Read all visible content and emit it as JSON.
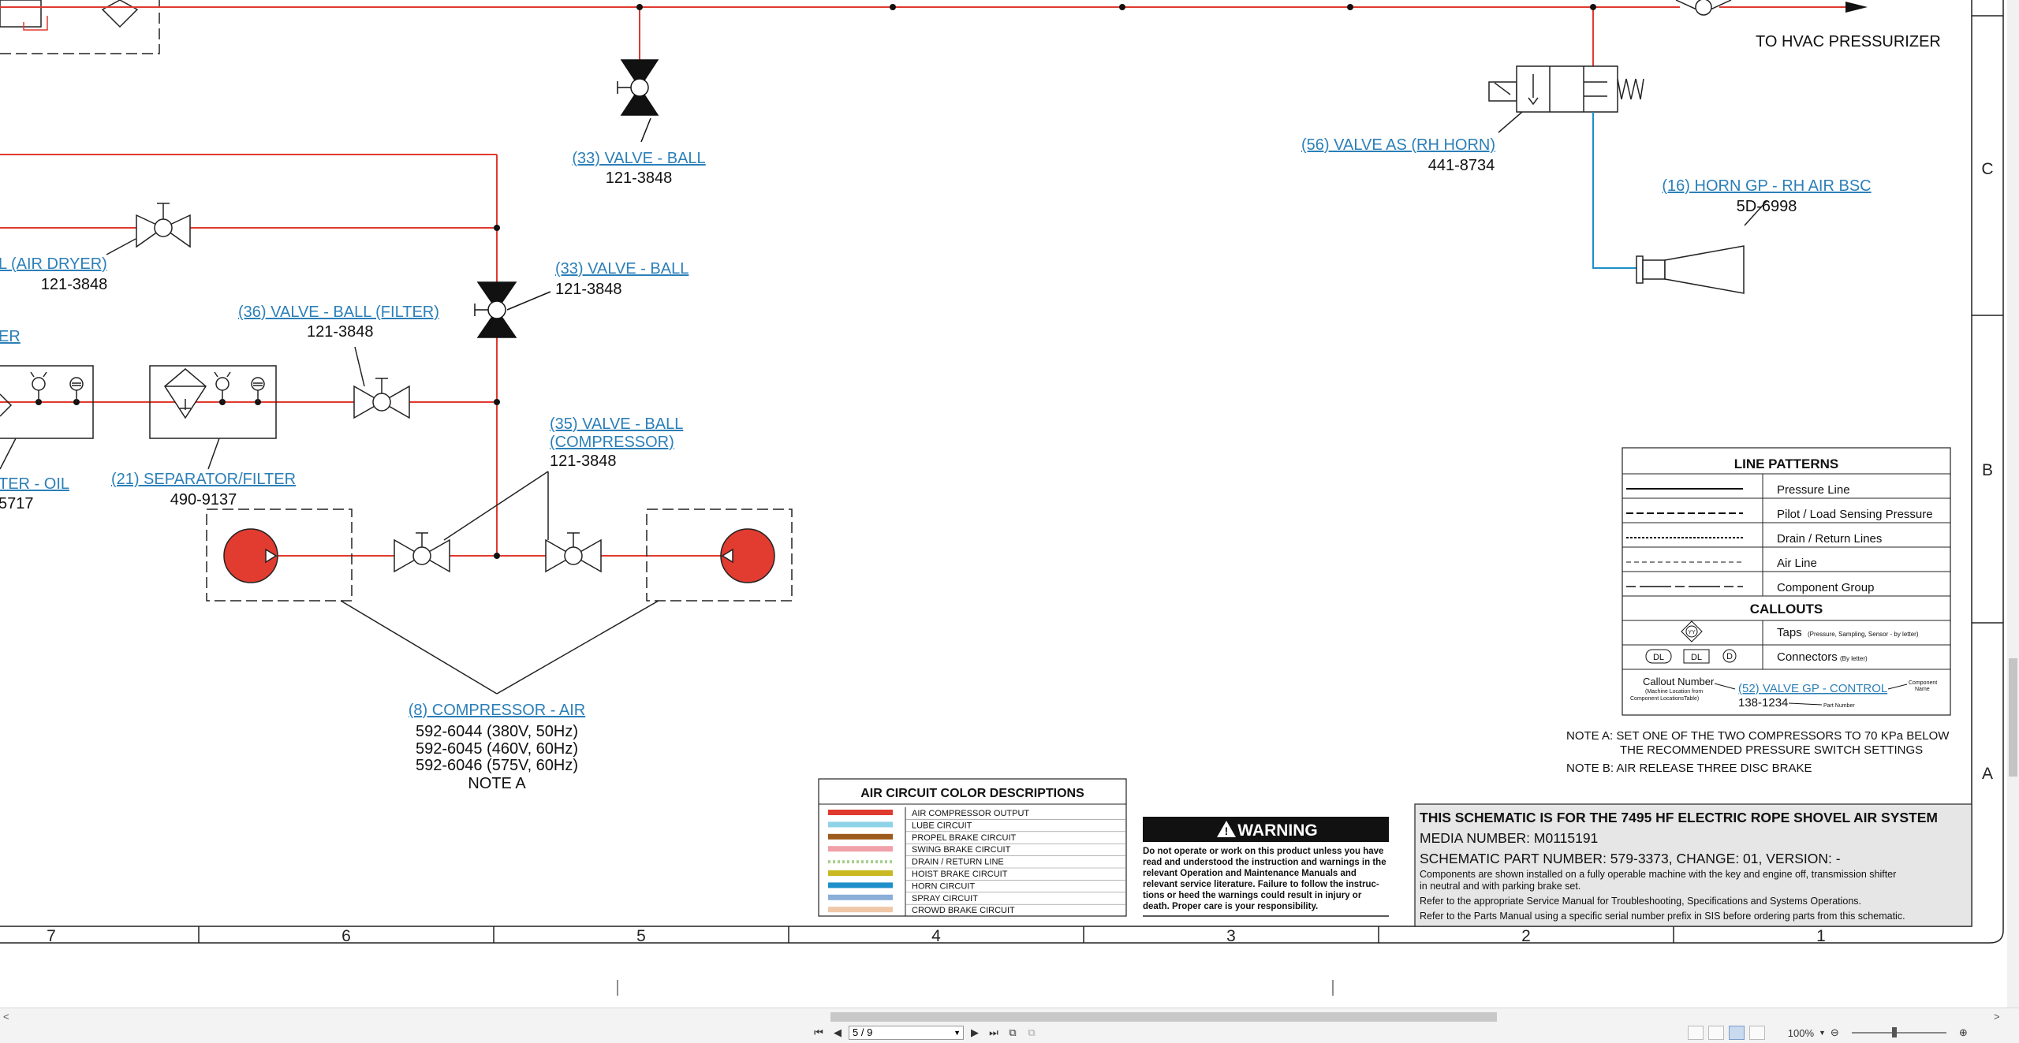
{
  "colors": {
    "pressure_line": "#e03a2f",
    "horn_line": "#1f8fc9",
    "link": "#2b7fb8",
    "compressor_fill": "#e23b30",
    "warning_bg": "#111111",
    "title_block_bg": "#e6e6e6"
  },
  "labels": {
    "to_hvac": "TO HVAC PRESSURIZER",
    "valve33a_name": "(33) VALVE - BALL",
    "valve33a_pn": "121-3848",
    "valve56_name": "(56) VALVE AS (RH HORN)",
    "valve56_pn": "441-8734",
    "horn16_name": "(16) HORN GP - RH AIR BSC",
    "horn16_pn": "5D-6998",
    "dryer_name": "L (AIR DRYER)",
    "dryer_pn": "121-3848",
    "valve33b_name": "(33) VALVE - BALL",
    "valve33b_pn": "121-3848",
    "valve36_name": "(36) VALVE - BALL (FILTER)",
    "valve36_pn": "121-3848",
    "er_fragment": "ER",
    "valve35_name1": "(35) VALVE - BALL",
    "valve35_name2": "(COMPRESSOR)",
    "valve35_pn": "121-3848",
    "oil_fragment": "TER - OIL",
    "oil_pn_fragment": "5717",
    "sep21_name": "(21) SEPARATOR/FILTER",
    "sep21_pn": "490-9137",
    "comp8_name": "(8) COMPRESSOR - AIR",
    "comp8_pn1": "592-6044 (380V, 50Hz)",
    "comp8_pn2": "592-6045 (460V, 60Hz)",
    "comp8_pn3": "592-6046 (575V, 60Hz)",
    "comp8_note": "NOTE A"
  },
  "legend": {
    "title": "LINE PATTERNS",
    "patterns": [
      "Pressure Line",
      "Pilot / Load Sensing Pressure",
      "Drain / Return Lines",
      "Air Line",
      "Component Group"
    ],
    "callouts_title": "CALLOUTS",
    "taps": "Taps",
    "taps_sub": "(Pressure, Sampling, Sensor - by letter)",
    "taps_symbol": "YY",
    "connectors": "Connectors",
    "connectors_sub": "(By letter)",
    "conn_dl1": "DL",
    "conn_dl2": "DL",
    "conn_d": "D",
    "callout_number": "Callout Number",
    "callout_sub1": "(Machine Location from",
    "callout_sub2": "Component LocationsTable)",
    "example_name": "(52) VALVE GP - CONTROL",
    "example_pn": "138-1234",
    "component_name1": "Component",
    "component_name2": "Name",
    "part_number": "Part Number"
  },
  "notes": {
    "note_a1": "NOTE A: SET ONE OF THE TWO COMPRESSORS TO 70 KPa BELOW",
    "note_a2": "THE RECOMMENDED PRESSURE SWITCH SETTINGS",
    "note_b": "NOTE B: AIR RELEASE THREE DISC BRAKE"
  },
  "color_desc": {
    "title": "AIR CIRCUIT COLOR DESCRIPTIONS",
    "rows": [
      {
        "label": "AIR COMPRESSOR OUTPUT",
        "color": "#e03a2f",
        "dotted": false
      },
      {
        "label": "LUBE CIRCUIT",
        "color": "#8fd3e8",
        "dotted": false
      },
      {
        "label": "PROPEL BRAKE CIRCUIT",
        "color": "#9c5a1c",
        "dotted": false
      },
      {
        "label": "SWING BRAKE CIRCUIT",
        "color": "#f0a0a8",
        "dotted": false
      },
      {
        "label": "DRAIN / RETURN LINE",
        "color": "#a8cf90",
        "dotted": true
      },
      {
        "label": "HOIST BRAKE CIRCUIT",
        "color": "#c9b820",
        "dotted": false
      },
      {
        "label": "HORN CIRCUIT",
        "color": "#1f8fc9",
        "dotted": false
      },
      {
        "label": "SPRAY CIRCUIT",
        "color": "#8aaed8",
        "dotted": false
      },
      {
        "label": "CROWD BRAKE CIRCUIT",
        "color": "#f0c8a8",
        "dotted": false
      }
    ]
  },
  "warning": {
    "title": "WARNING",
    "lines": [
      "Do not operate or work on this product unless you have",
      "read and understood the instruction and warnings in the",
      "relevant  Operation  and  Maintenance  Manuals  and",
      "relevant service literature. Failure to follow the instruc-",
      "tions  or  heed  the  warnings  could  result  in  injury  or",
      "death. Proper care is your responsibility."
    ]
  },
  "title_block": {
    "title": "THIS SCHEMATIC IS FOR THE 7495 HF ELECTRIC ROPE SHOVEL AIR SYSTEM",
    "media": "MEDIA NUMBER: M0115191",
    "part": "SCHEMATIC PART NUMBER: 579-3373, CHANGE: 01, VERSION: -",
    "lines": [
      "Components are shown installed on a fully operable machine with the key and engine off, transmission shifter",
      "in neutral and with parking brake set.",
      "Refer to the appropriate Service Manual for Troubleshooting, Specifications and Systems Operations.",
      "Refer to the Parts Manual using a specific serial number prefix in SIS before ordering parts from this schematic."
    ]
  },
  "grid": {
    "columns": [
      "7",
      "6",
      "5",
      "4",
      "3",
      "2",
      "1"
    ],
    "rows": [
      "C",
      "B",
      "A"
    ]
  },
  "viewer": {
    "page": "5 / 9",
    "zoom": "100%",
    "hscroll_left": "<",
    "hscroll_right": ">",
    "zoom_fraction": 0.45
  }
}
